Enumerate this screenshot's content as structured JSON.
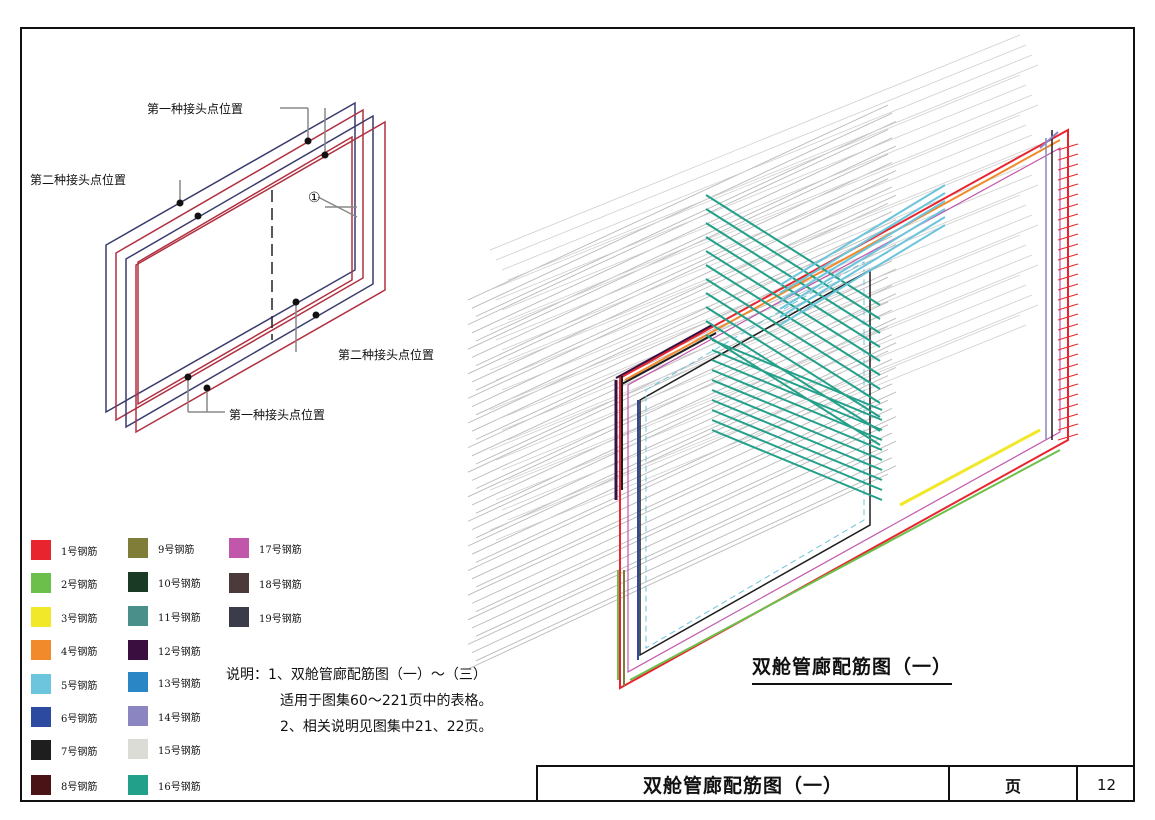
{
  "callouts": {
    "first_joint_top": "第一种接头点位置",
    "second_joint_left": "第二种接头点位置",
    "circle_marker": "①",
    "second_joint_right": "第二种接头点位置",
    "first_joint_bottom": "第一种接头点位置"
  },
  "legend": [
    {
      "label": "1号钢筋",
      "color": "#e8252f"
    },
    {
      "label": "2号钢筋",
      "color": "#6dbf4b"
    },
    {
      "label": "3号钢筋",
      "color": "#f2e82a"
    },
    {
      "label": "4号钢筋",
      "color": "#f08a2a"
    },
    {
      "label": "5号钢筋",
      "color": "#6cc5dc"
    },
    {
      "label": "6号钢筋",
      "color": "#2c4aa0"
    },
    {
      "label": "7号钢筋",
      "color": "#1e1e1e"
    },
    {
      "label": "8号钢筋",
      "color": "#4a1416"
    },
    {
      "label": "9号钢筋",
      "color": "#7f7d37"
    },
    {
      "label": "10号钢筋",
      "color": "#1b3a25"
    },
    {
      "label": "11号钢筋",
      "color": "#4b8f8a"
    },
    {
      "label": "12号钢筋",
      "color": "#3a0f40"
    },
    {
      "label": "13号钢筋",
      "color": "#2a86c4"
    },
    {
      "label": "14号钢筋",
      "color": "#8b86c2"
    },
    {
      "label": "15号钢筋",
      "color": "#dcdcd6"
    },
    {
      "label": "16号钢筋",
      "color": "#23a08a"
    },
    {
      "label": "17号钢筋",
      "color": "#c256ab"
    },
    {
      "label": "18号钢筋",
      "color": "#4a3a3a"
    },
    {
      "label": "19号钢筋",
      "color": "#3a3c4a"
    }
  ],
  "notes": {
    "line1": "说明：1、双舱管廊配筋图（一）～（三）",
    "line2": "适用于图集60～221页中的表格。",
    "line3": "2、相关说明见图集中21、22页。"
  },
  "drawing_title": "双舱管廊配筋图（一）",
  "title_block": {
    "title": "双舱管廊配筋图（一）",
    "page_label": "页",
    "page_number": "12"
  }
}
